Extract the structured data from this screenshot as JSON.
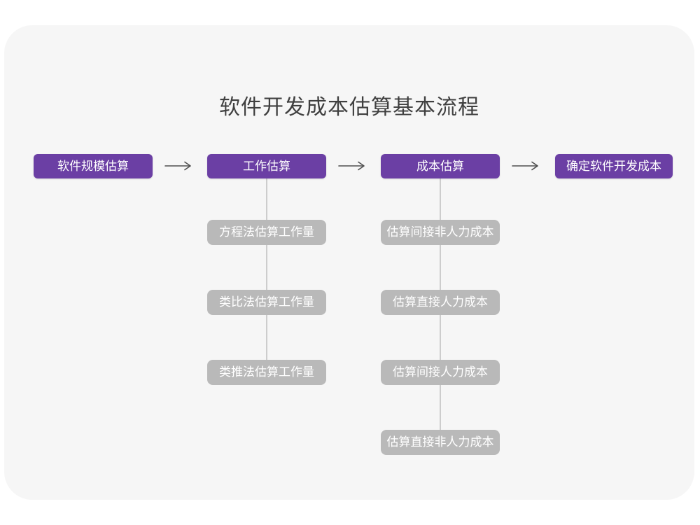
{
  "diagram": {
    "title": "软件开发成本估算基本流程",
    "main_flow": [
      {
        "label": "软件规模估算"
      },
      {
        "label": "工作估算"
      },
      {
        "label": "成本估算"
      },
      {
        "label": "确定软件开发成本"
      }
    ],
    "effort_branch": {
      "steps": [
        {
          "label": "方程法估算工作量"
        },
        {
          "label": "类比法估算工作量"
        },
        {
          "label": "类推法估算工作量"
        }
      ]
    },
    "cost_branch": {
      "steps": [
        {
          "label": "估算间接非人力成本"
        },
        {
          "label": "估算直接人力成本"
        },
        {
          "label": "估算间接人力成本"
        },
        {
          "label": "估算直接非人力成本"
        }
      ]
    },
    "colors": {
      "accent": "#6b3fa4",
      "secondary_box": "#b9b9b9",
      "card_background": "#f6f6f6",
      "connector": "#cdcdcd",
      "arrow": "#4f4f4f",
      "title_text": "#3f3f3f"
    }
  }
}
